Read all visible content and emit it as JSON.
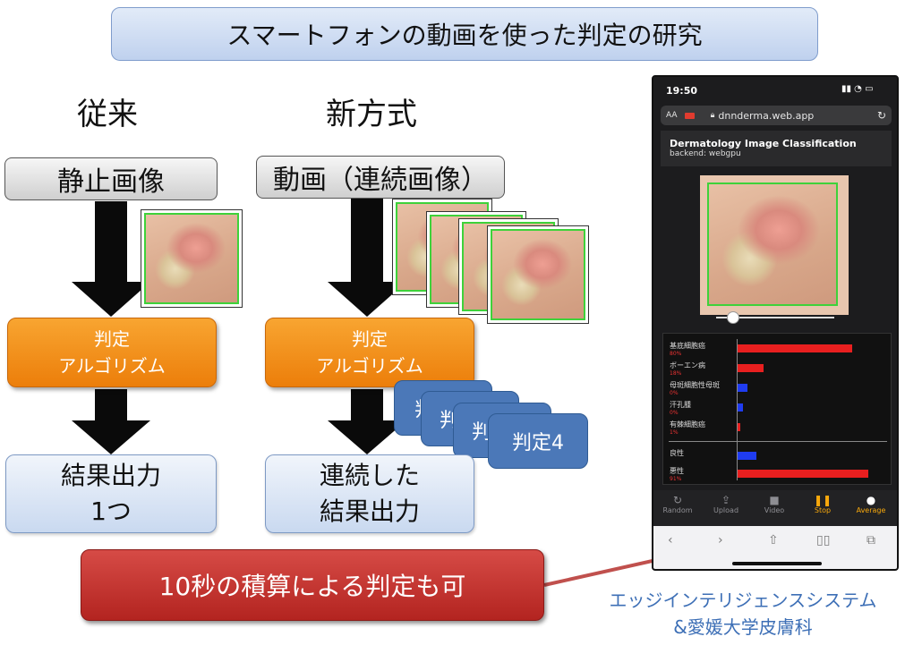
{
  "title": "スマートフォンの動画を使った判定の研究",
  "left": {
    "heading": "従来",
    "input_label": "静止画像",
    "algorithm_lines": [
      "判定",
      "アルゴリズム"
    ],
    "output_lines": [
      "結果出力",
      "1つ"
    ]
  },
  "right": {
    "heading": "新方式",
    "input_label": "動画（連続画像）",
    "algorithm_lines": [
      "判定",
      "アルゴリズム"
    ],
    "judge_labels": [
      "判",
      "判",
      "判",
      "判定4"
    ],
    "output_lines": [
      "連続した",
      "結果出力"
    ]
  },
  "banner": "10秒の積算による判定も可",
  "credit_lines": [
    "エッジインテリジェンスシステム",
    "&愛媛大学皮膚科"
  ],
  "phone": {
    "time": "19:50",
    "url_aa": "AA",
    "url": "dnnderma.web.app",
    "app_title": "Dermatology Image Classification",
    "backend": "backend: webgpu",
    "results": [
      {
        "label": "基底細胞癌",
        "pct": "80%",
        "value": 0.8,
        "color": "#e81f1f"
      },
      {
        "label": "ボーエン病",
        "pct": "18%",
        "value": 0.18,
        "color": "#e81f1f"
      },
      {
        "label": "母斑細胞性母斑",
        "pct": "0%",
        "value": 0.07,
        "color": "#1f3cf0"
      },
      {
        "label": "汗孔腫",
        "pct": "0%",
        "value": 0.04,
        "color": "#1f3cf0"
      },
      {
        "label": "有棘細胞癌",
        "pct": "1%",
        "value": 0.02,
        "color": "#e81f1f"
      }
    ],
    "summary": [
      {
        "label": "良性",
        "pct": "",
        "value": 0.13,
        "color": "#1f3cf0"
      },
      {
        "label": "悪性",
        "pct": "91%",
        "value": 0.91,
        "color": "#e81f1f"
      }
    ],
    "toolbar": [
      {
        "label": "Random",
        "icon": "refresh-icon",
        "glyph": "↻"
      },
      {
        "label": "Upload",
        "icon": "upload-icon",
        "glyph": "⇪"
      },
      {
        "label": "Video",
        "icon": "video-icon",
        "glyph": "■"
      },
      {
        "label": "Stop",
        "icon": "pause-icon",
        "glyph": "❚❚"
      },
      {
        "label": "Average",
        "icon": "average-icon",
        "glyph": "●"
      }
    ],
    "accent_color": "#f7a80c"
  }
}
